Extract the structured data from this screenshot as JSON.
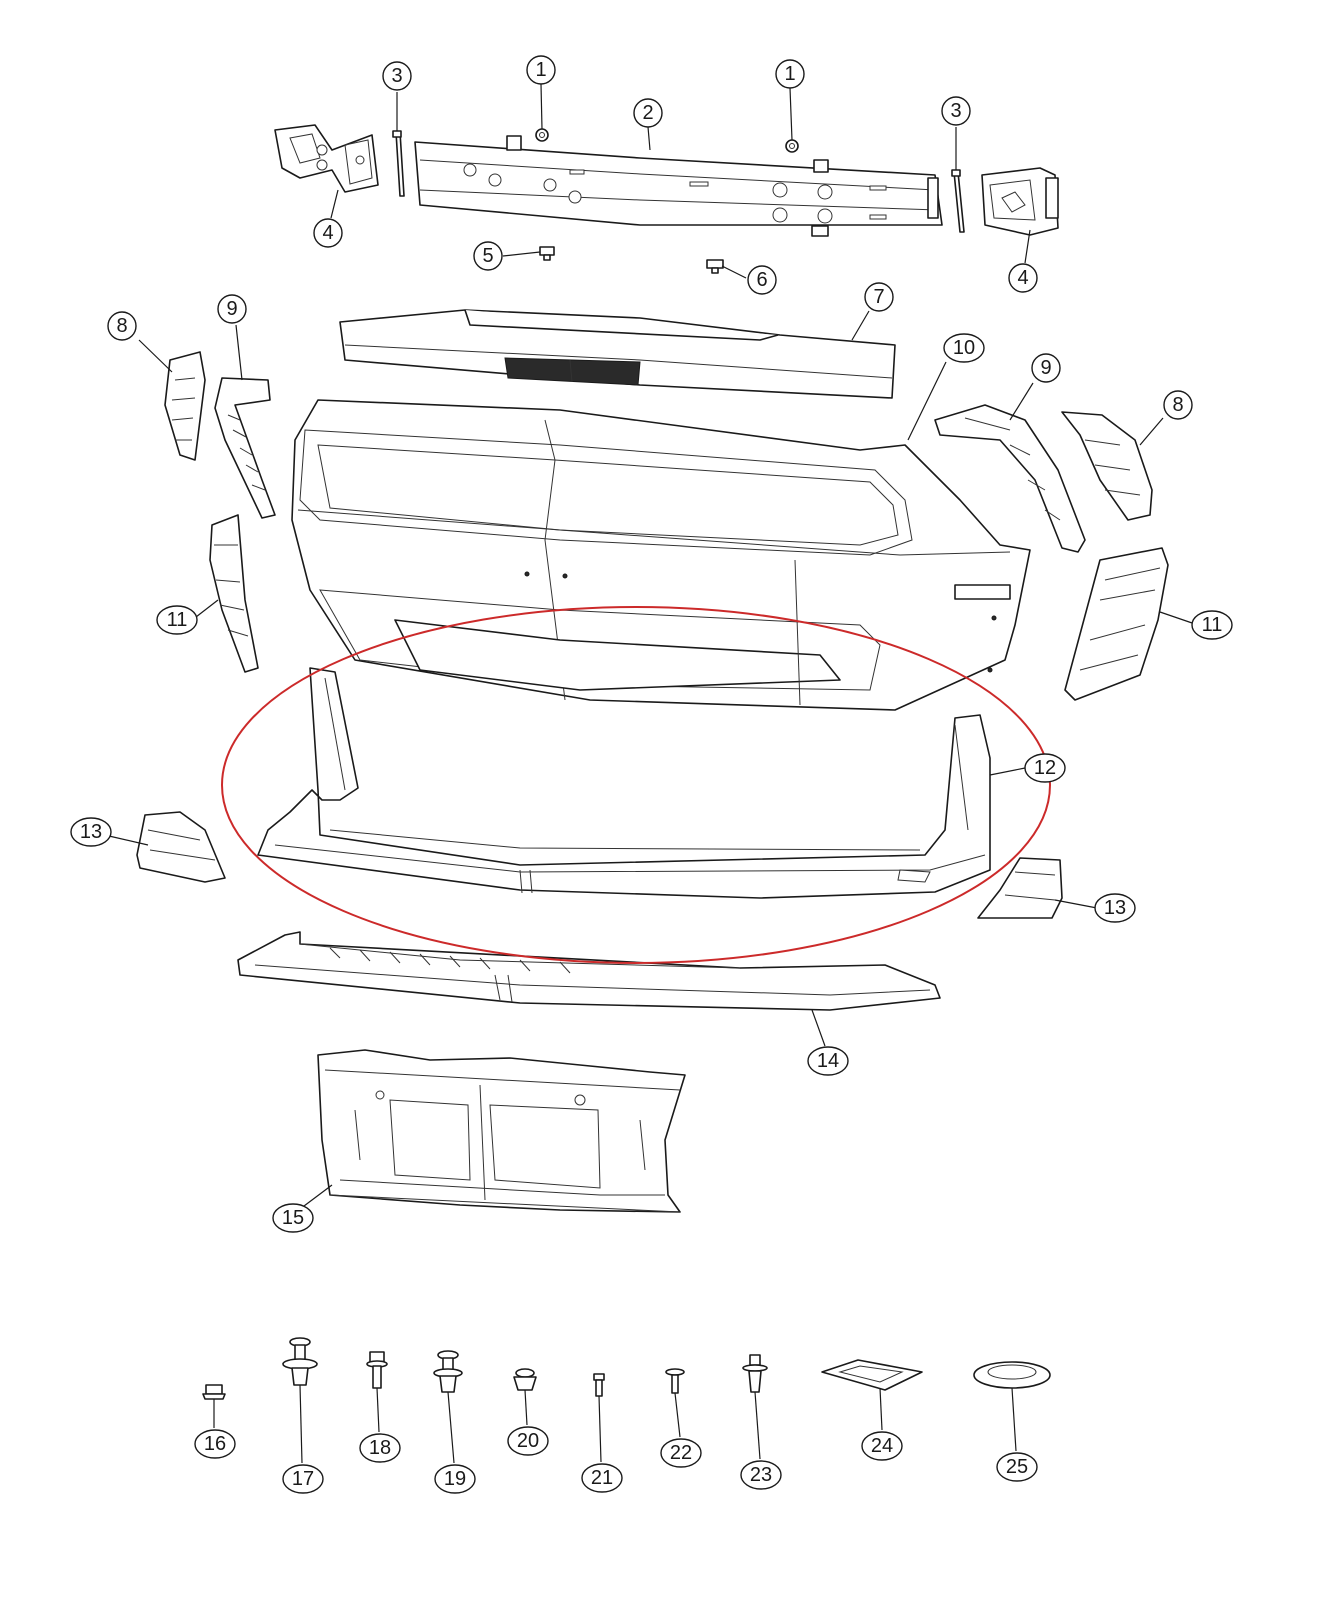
{
  "callouts": {
    "c1a": "1",
    "c1b": "1",
    "c2": "2",
    "c3a": "3",
    "c3b": "3",
    "c4a": "4",
    "c4b": "4",
    "c5": "5",
    "c6": "6",
    "c7": "7",
    "c8a": "8",
    "c8b": "8",
    "c9a": "9",
    "c9b": "9",
    "c10": "10",
    "c11a": "11",
    "c11b": "11",
    "c12": "12",
    "c13a": "13",
    "c13b": "13",
    "c14": "14",
    "c15": "15",
    "c16": "16",
    "c17": "17",
    "c18": "18",
    "c19": "19",
    "c20": "20",
    "c21": "21",
    "c22": "22",
    "c23": "23",
    "c24": "24",
    "c25": "25"
  },
  "colors": {
    "highlight": "#cc2a2a",
    "line": "#1a1a1a"
  }
}
